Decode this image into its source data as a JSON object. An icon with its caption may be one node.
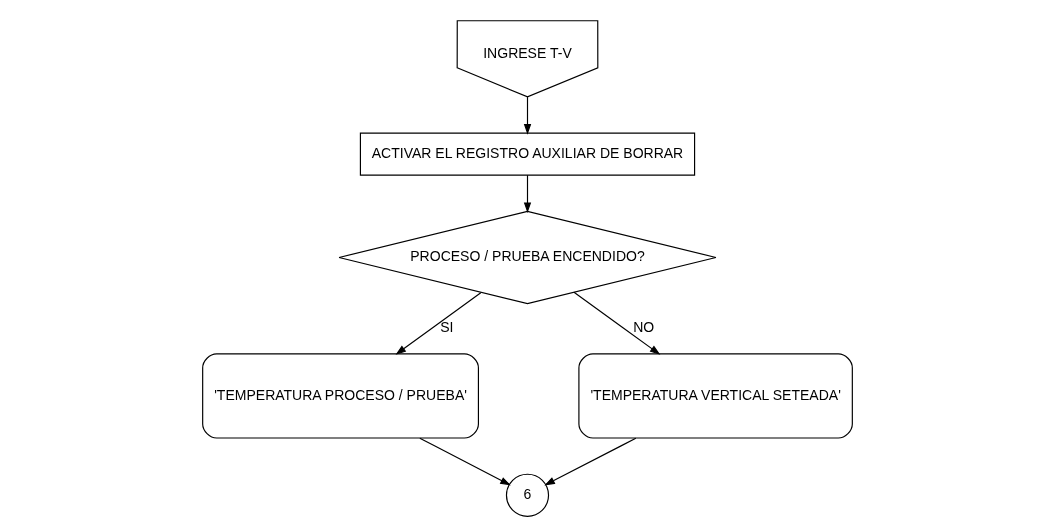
{
  "diagram": {
    "nodes": [
      {
        "text": [
          "INGRESE T-V"
        ]
      },
      {
        "text": [
          "ACTIVAR EL REGISTRO AUXILIAR DE BORRAR"
        ]
      },
      {
        "text": [
          "PROCESO / PRUEBA ENCENDIDO?"
        ]
      },
      {
        "text": [
          "'TEMPERATURA PROCESO / PRUEBA'"
        ]
      },
      {
        "text": [
          "'TEMPERATURA VERTICAL SETEADA'"
        ]
      },
      {
        "text": [
          "6"
        ]
      }
    ],
    "edges": [
      {
        "from": 0,
        "to": 1,
        "arrow": "to"
      },
      {
        "from": 1,
        "to": 2,
        "arrow": "to"
      },
      {
        "from": 2,
        "to": 3,
        "arrow": "to",
        "label": "SI"
      },
      {
        "from": 2,
        "to": 4,
        "arrow": "to",
        "label": "NO"
      },
      {
        "from": 3,
        "to": 5,
        "arrow": "to"
      },
      {
        "from": 4,
        "to": 5,
        "arrow": "to"
      }
    ]
  }
}
